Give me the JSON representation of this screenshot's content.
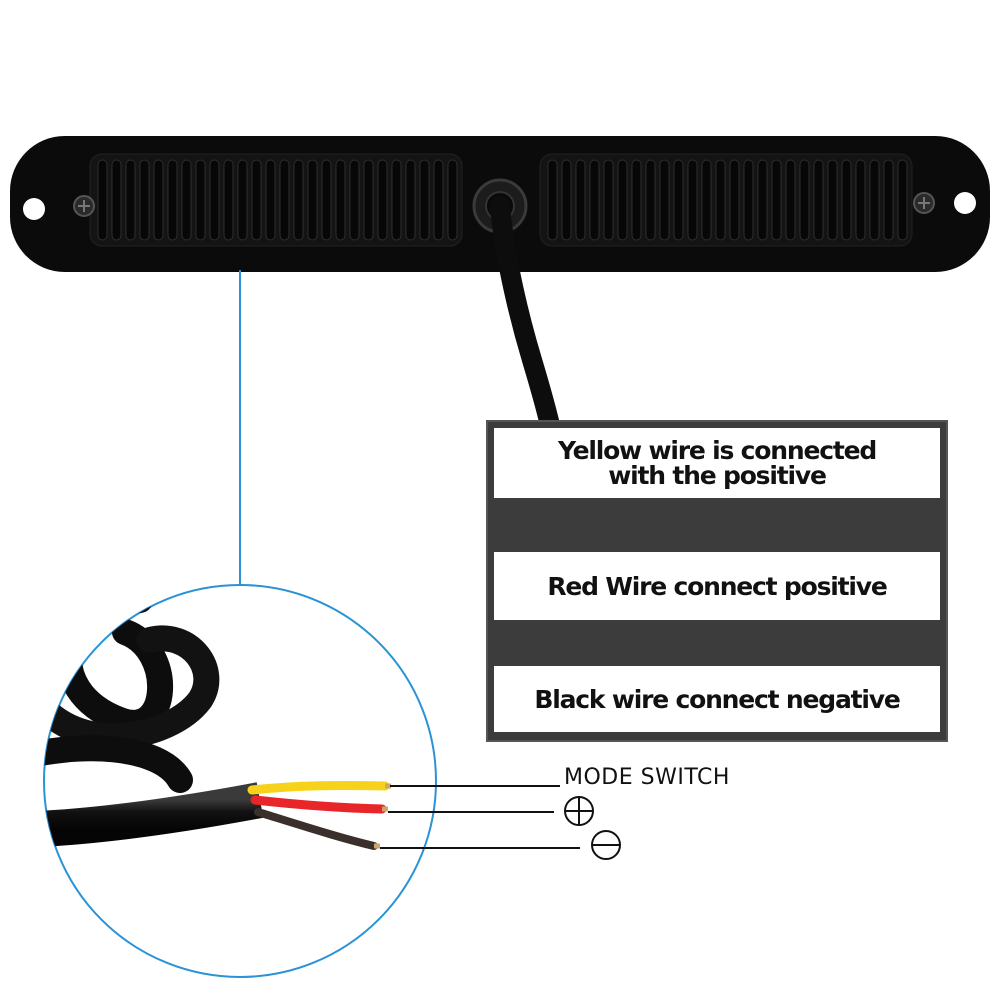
{
  "info_panel": {
    "yellow_line1": "Yellow wire is connected",
    "yellow_line2": "with the positive",
    "red": "Red Wire connect positive",
    "black": "Black wire connect negative"
  },
  "wire_labels": {
    "mode_switch": "MODE SWITCH"
  },
  "colors": {
    "yellow_wire": "#f7d21a",
    "red_wire": "#e8262a",
    "black_wire": "#1a1a1a",
    "callout_line": "#2a93d5",
    "light_body": "#0b0b0b"
  },
  "icons": [
    "plus-circle-icon",
    "minus-circle-icon"
  ]
}
